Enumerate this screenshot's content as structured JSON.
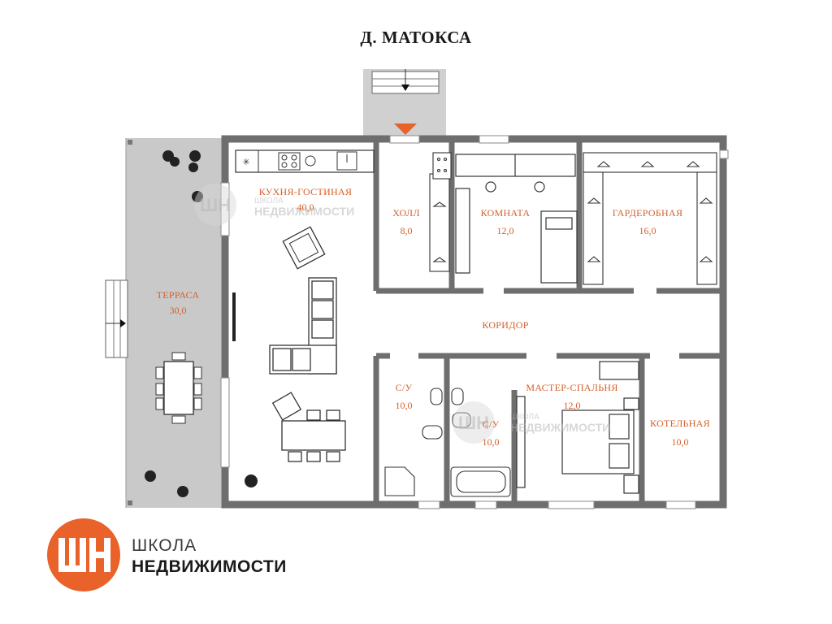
{
  "title": "Д. МАТОКСА",
  "rooms": {
    "kitchen": {
      "label": "КУХНЯ-ГОСТИНАЯ",
      "area": "40,0"
    },
    "hall": {
      "label": "ХОЛЛ",
      "area": "8,0"
    },
    "room": {
      "label": "КОМНАТА",
      "area": "12,0"
    },
    "wardrobe": {
      "label": "ГАРДЕРОБНАЯ",
      "area": "16,0"
    },
    "terrace": {
      "label": "ТЕРРАСА",
      "area": "30,0"
    },
    "corridor": {
      "label": "КОРИДОР"
    },
    "bath1": {
      "label": "С/У",
      "area": "10,0"
    },
    "bath2": {
      "label": "С/У",
      "area": "10,0"
    },
    "master": {
      "label": "МАСТЕР-СПАЛЬНЯ",
      "area": "12,0"
    },
    "boiler": {
      "label": "КОТЕЛЬНАЯ",
      "area": "10,0"
    }
  },
  "logo": {
    "line1": "ШКОЛА",
    "line2": "НЕДВИЖИМОСТИ",
    "mark": "ШН"
  },
  "watermark": {
    "line1": "ШКОЛА",
    "line2": "НЕДВИЖИМОСТИ",
    "mark": "ШН"
  },
  "colors": {
    "accent": "#e8622a",
    "label": "#d4602a",
    "wall": "#6e6e6e",
    "terrace": "#c8c8c8"
  }
}
